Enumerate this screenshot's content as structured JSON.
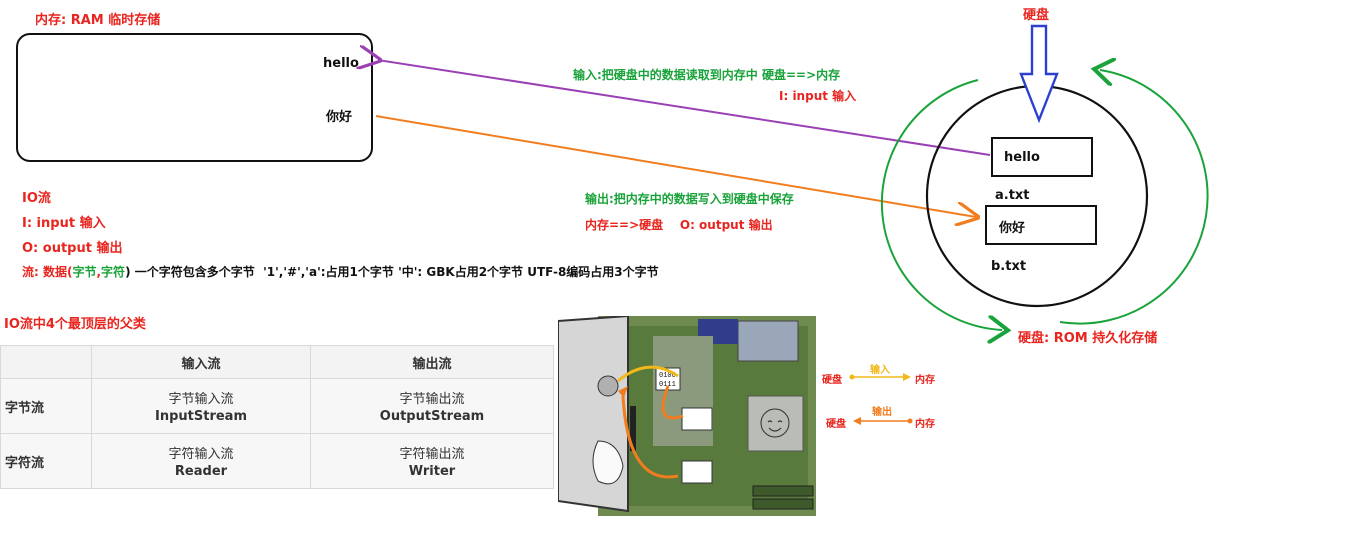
{
  "ram": {
    "title": "内存: RAM 临时存储",
    "hello": "hello",
    "nihao": "你好"
  },
  "disk": {
    "title": "硬盘",
    "rom_label": "硬盘: ROM 持久化存储",
    "file_a_content": "hello",
    "file_a_name": "a.txt",
    "file_b_content": "你好",
    "file_b_name": "b.txt"
  },
  "input_note": {
    "line1": "输入:把硬盘中的数据读取到内存中 硬盘==>内存",
    "line2": "I: input 输入"
  },
  "output_note": {
    "line1": "输出:把内存中的数据写入到硬盘中保存",
    "line2": "内存==>硬盘    O: output 输出"
  },
  "io_notes": {
    "title": "IO流",
    "i_line": "I: input 输入",
    "o_line": "O: output 输出",
    "stream_prefix": "流: 数据(",
    "stream_byte": "字节",
    "stream_comma": ",",
    "stream_char": "字符",
    "stream_suffix": ") 一个字符包含多个字节  '1','#','a':占用1个字节 '中': GBK占用2个字节 UTF-8编码占用3个字节"
  },
  "table": {
    "title": "IO流中4个最顶层的父类",
    "headers": [
      "",
      "输入流",
      "输出流"
    ],
    "rows": [
      {
        "name": "字节流",
        "in_cn": "字节输入流",
        "in_en": "InputStream",
        "out_cn": "字节输出流",
        "out_en": "OutputStream"
      },
      {
        "name": "字符流",
        "in_cn": "字符输入流",
        "in_en": "Reader",
        "out_cn": "字符输出流",
        "out_en": "Writer"
      }
    ]
  },
  "image_legend": {
    "in_left": "硬盘",
    "in_label": "输入",
    "in_right": "内存",
    "out_left": "硬盘",
    "out_label": "输出",
    "out_right": "内存",
    "bits_top": "0100",
    "bits_bottom": "0111"
  },
  "colors": {
    "red": "#e8251f",
    "green": "#1aa33a",
    "purple": "#9b3fb5",
    "orange": "#f27d1e",
    "blue": "#2d3fcf",
    "legend_yellow": "#f2b81a"
  }
}
